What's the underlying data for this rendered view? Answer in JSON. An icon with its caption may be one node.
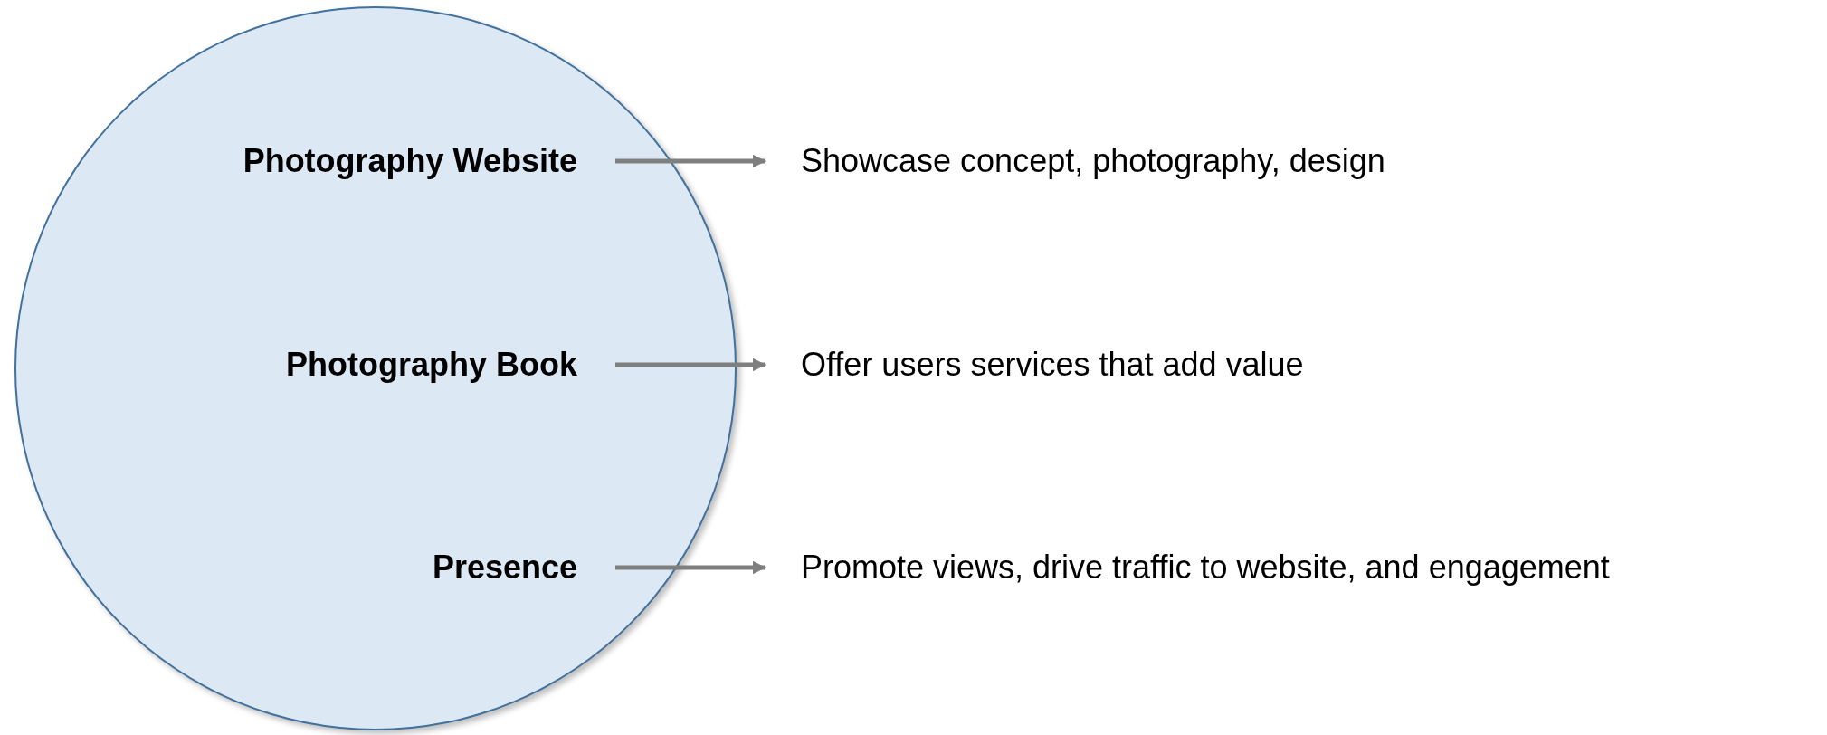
{
  "diagram": {
    "nodes": [
      {
        "text": [],
        "shape": "circle"
      },
      {
        "text": [
          "Photography Website"
        ],
        "in": 0
      },
      {
        "text": [
          "Showcase concept, photography, design"
        ]
      },
      {
        "text": [
          "Photography Book"
        ],
        "in": 0
      },
      {
        "text": [
          "Offer users services that add value"
        ]
      },
      {
        "text": [
          "Presence"
        ],
        "in": 0
      },
      {
        "text": [
          "Promote views, drive traffic to website, and engagement"
        ]
      }
    ],
    "edges": [
      {
        "from": 1,
        "to": 2,
        "arrow": "to"
      },
      {
        "from": 3,
        "to": 4,
        "arrow": "to"
      },
      {
        "from": 5,
        "to": 6,
        "arrow": "to"
      }
    ]
  }
}
